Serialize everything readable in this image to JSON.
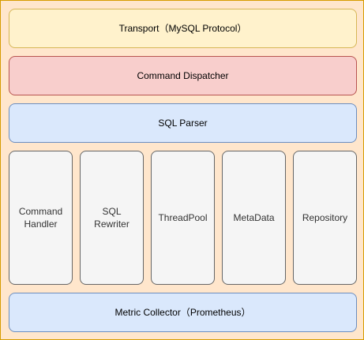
{
  "colors": {
    "container_fill": "#ffe6cc",
    "container_stroke": "#d79b00",
    "transport_fill": "#fff2cc",
    "dispatcher_fill": "#f8cecc",
    "parser_fill": "#dae8fc",
    "module_fill": "#f5f5f5",
    "metric_fill": "#dae8fc"
  },
  "layers": {
    "transport": "Transport（MySQL Protocol）",
    "dispatcher": "Command Dispatcher",
    "parser": "SQL Parser",
    "metric": "Metric Collector（Prometheus）"
  },
  "modules": [
    {
      "label": "Command Handler"
    },
    {
      "label": "SQL Rewriter"
    },
    {
      "label": "ThreadPool"
    },
    {
      "label": "MetaData"
    },
    {
      "label": "Repository"
    }
  ]
}
